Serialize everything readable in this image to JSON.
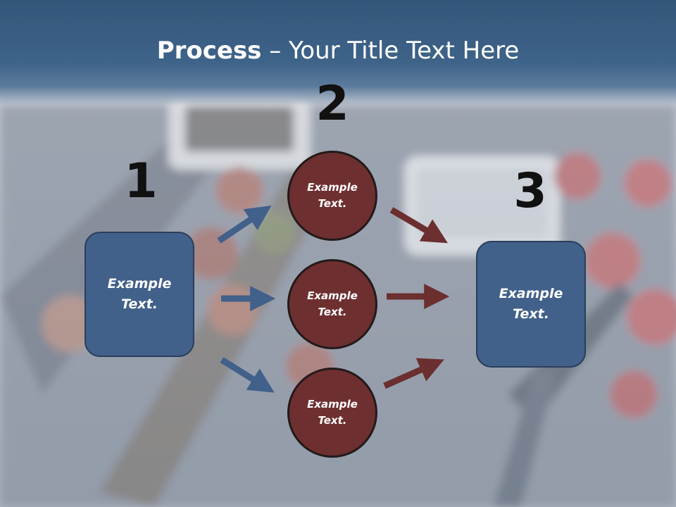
{
  "title": {
    "bold": "Process",
    "rest": " – Your Title Text Here"
  },
  "steps": {
    "n1": "1",
    "n2": "2",
    "n3": "3"
  },
  "left_box": {
    "text": "Example\nText."
  },
  "right_box": {
    "text": "Example\nText."
  },
  "circles": [
    {
      "text": "Example\nText."
    },
    {
      "text": "Example\nText."
    },
    {
      "text": "Example\nText."
    }
  ],
  "colors": {
    "header": "#3f6489",
    "box": "#41608a",
    "circle": "#6e2f30",
    "arrow_blue": "#41608a",
    "arrow_red": "#6b2f2f"
  }
}
